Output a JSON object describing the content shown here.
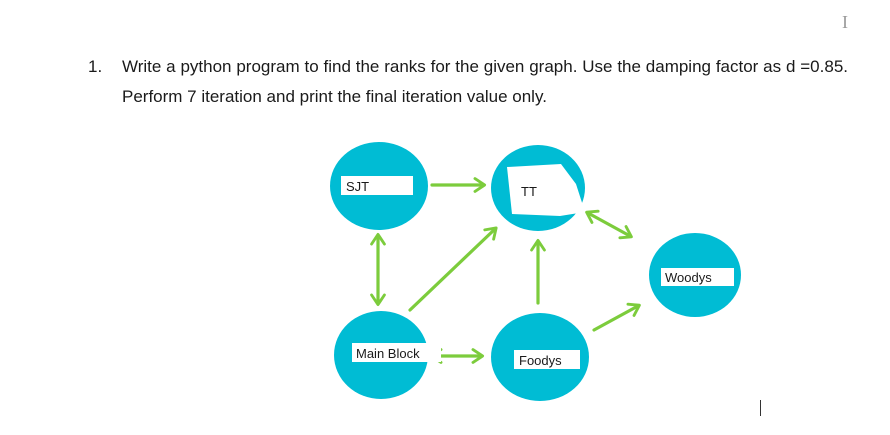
{
  "question": {
    "number": "1.",
    "text": "Write a python program to find the ranks for the given graph. Use the damping factor as d =0.85. Perform 7 iteration and print the final iteration value only."
  },
  "graph": {
    "nodes": {
      "sjt": "SJT",
      "tt": "TT",
      "woodys": "Woodys",
      "main_block": "Main Block",
      "foodys": "Foodys"
    },
    "edges": [
      {
        "from": "SJT",
        "to": "TT",
        "direction": "one-way"
      },
      {
        "from": "SJT",
        "to": "Main Block",
        "direction": "two-way"
      },
      {
        "from": "Main Block",
        "to": "TT",
        "direction": "one-way"
      },
      {
        "from": "Main Block",
        "to": "Foodys",
        "direction": "two-way"
      },
      {
        "from": "Foodys",
        "to": "TT",
        "direction": "one-way"
      },
      {
        "from": "TT",
        "to": "Woodys",
        "direction": "two-way"
      },
      {
        "from": "Foodys",
        "to": "Woodys",
        "direction": "one-way"
      }
    ],
    "node_color": "#00bcd4",
    "arrow_color": "#7ccc3c"
  },
  "cursor_glyph": "I"
}
